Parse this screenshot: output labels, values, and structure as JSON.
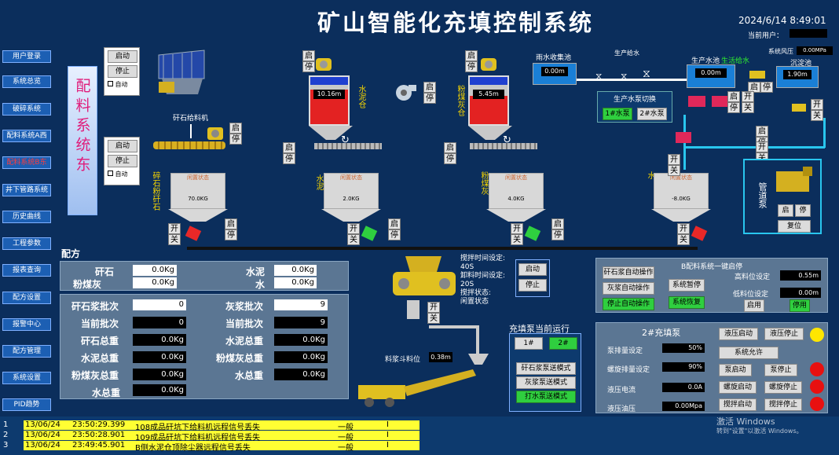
{
  "header": {
    "title": "矿山智能化充填控制系统",
    "datetime": "2024/6/14 8:49:01",
    "current_user_label": "当前用户："
  },
  "nav": [
    {
      "label": "用户登录"
    },
    {
      "label": "系统总览"
    },
    {
      "label": "破碎系统"
    },
    {
      "label": "配料系统A西"
    },
    {
      "label": "配料系统B东"
    },
    {
      "label": "井下管路系统"
    },
    {
      "label": "历史曲线"
    },
    {
      "label": "工程参数"
    },
    {
      "label": "报表查询"
    },
    {
      "label": "配方设置"
    },
    {
      "label": "报警中心"
    },
    {
      "label": "配方管理"
    },
    {
      "label": "系统设置"
    },
    {
      "label": "PID趋势"
    }
  ],
  "side_title": "配料系统东",
  "common": {
    "start": "启动",
    "stop": "停止",
    "auto": "自动",
    "qi": "启",
    "ting": "停",
    "kai": "开",
    "guan": "关",
    "reset": "复位"
  },
  "feeder": {
    "label": "矸石给料机"
  },
  "tanks": {
    "cement": {
      "label": "水泥仓",
      "level": "10.16m"
    },
    "flyash": {
      "label": "粉煤灰仓",
      "level": "5.45m"
    }
  },
  "hoppers": [
    {
      "label": "碎石粉矸石",
      "status": "闲置状态",
      "value": "70.0KG"
    },
    {
      "label": "水泥",
      "status": "闲置状态",
      "value": "2.0KG"
    },
    {
      "label": "粉煤灰",
      "status": "闲置状态",
      "value": "4.0KG"
    },
    {
      "label": "水",
      "status": "闲置状态",
      "value": "-8.0KG"
    }
  ],
  "water": {
    "rain_pool": {
      "label": "雨水收集池",
      "value": "0.00m"
    },
    "prod_water_label": "生产给水",
    "prod_pool": {
      "label": "生产水池",
      "value": "0.00m"
    },
    "domestic_label": "生活给水",
    "sys_pressure_label": "系统风压",
    "sys_pressure_value": "0.00MPa",
    "settle_pool": {
      "label": "沉淀池",
      "value": "1.90m"
    },
    "pump_switch": {
      "label": "生产水泵切换",
      "pump1": "1#水泵",
      "pump2": "2#水泵"
    },
    "pipe_pump": {
      "label": "管道泵"
    }
  },
  "recipe": {
    "title": "配方",
    "items": [
      {
        "label": "矸石",
        "value": "0.0Kg"
      },
      {
        "label": "粉煤灰",
        "value": "0.0Kg"
      },
      {
        "label": "水泥",
        "value": "0.0Kg"
      },
      {
        "label": "水",
        "value": "0.0Kg"
      }
    ],
    "stats_left": [
      {
        "label": "矸石浆批次",
        "value": "0"
      },
      {
        "label": "当前批次",
        "value": "0"
      },
      {
        "label": "矸石总重",
        "value": "0.0Kg"
      },
      {
        "label": "水泥总重",
        "value": "0.0Kg"
      },
      {
        "label": "粉煤灰总重",
        "value": "0.0Kg"
      },
      {
        "label": "水总重",
        "value": "0.0Kg"
      }
    ],
    "stats_right": [
      {
        "label": "灰浆批次",
        "value": "9"
      },
      {
        "label": "当前批次",
        "value": "9"
      },
      {
        "label": "水泥总重",
        "value": "0.0Kg"
      },
      {
        "label": "粉煤灰总重",
        "value": "0.0Kg"
      },
      {
        "label": "水总重",
        "value": "0.0Kg"
      }
    ]
  },
  "mixer": {
    "info": [
      "搅拌时间设定:",
      "40S",
      "卸料时间设定:",
      "20S",
      "搅拌状态:",
      "闲置状态"
    ],
    "start": "启动",
    "stop": "停止",
    "slurry_level_label": "料浆斗料位",
    "slurry_level_value": "0.38m"
  },
  "fill_pump_current": {
    "title": "充填泵当前运行",
    "pump1": "1#",
    "pump2": "2#",
    "mode1": "矸石浆泵送模式",
    "mode2": "灰浆泵送模式",
    "mode3": "打水泵送模式"
  },
  "b_batch": {
    "title": "B配料系统一键启停",
    "btn_gangshi_auto": "矸石浆自动操作",
    "btn_huijiang_auto": "灰浆自动操作",
    "btn_stop_auto": "停止自动操作",
    "btn_pause": "系统暂停",
    "btn_resume": "系统恢复",
    "high_label": "高料位设定",
    "high_value": "0.55m",
    "low_label": "低料位设定",
    "low_value": "0.00m",
    "enable": "启用",
    "disable": "停用"
  },
  "pump2": {
    "title": "2#充填泵",
    "rows": [
      {
        "label": "泵排量设定",
        "value": "50%"
      },
      {
        "label": "螺旋排量设定",
        "value": "90%"
      },
      {
        "label": "液压电流",
        "value": "0.0A"
      },
      {
        "label": "液压油压",
        "value": "0.00Mpa"
      }
    ],
    "btn_hyd_start": "液压启动",
    "btn_hyd_stop": "液压停止",
    "btn_allow": "系统允许",
    "btn_pump_start": "泵启动",
    "btn_pump_stop": "泵停止",
    "btn_screw_start": "螺旋启动",
    "btn_screw_stop": "螺旋停止",
    "btn_mix_start": "搅拌启动",
    "btn_mix_stop": "搅拌停止"
  },
  "alarms": [
    {
      "idx": "1",
      "date": "13/06/24",
      "time": "23:50:29.399",
      "msg": "108成品矸坑下给料机远程信号丢失",
      "level": "一般",
      "flag": "I"
    },
    {
      "idx": "2",
      "date": "13/06/24",
      "time": "23:50:28.901",
      "msg": "109成品矸坑下给料机远程信号丢失",
      "level": "一般",
      "flag": "I"
    },
    {
      "idx": "3",
      "date": "13/06/24",
      "time": "23:49:45.901",
      "msg": "B侧水泥仓顶除尘器远程信号丢失",
      "level": "一般",
      "flag": "I"
    }
  ],
  "watermark": {
    "line1": "激活 Windows",
    "line2": "转到\"设置\"以激活 Windows。"
  },
  "colors": {
    "bg": "#0b2e5c",
    "nav": "#1c5fb3",
    "tank_red": "#e32222",
    "ok_green": "#2fcf3f",
    "alarm_yellow": "#ffff33"
  }
}
